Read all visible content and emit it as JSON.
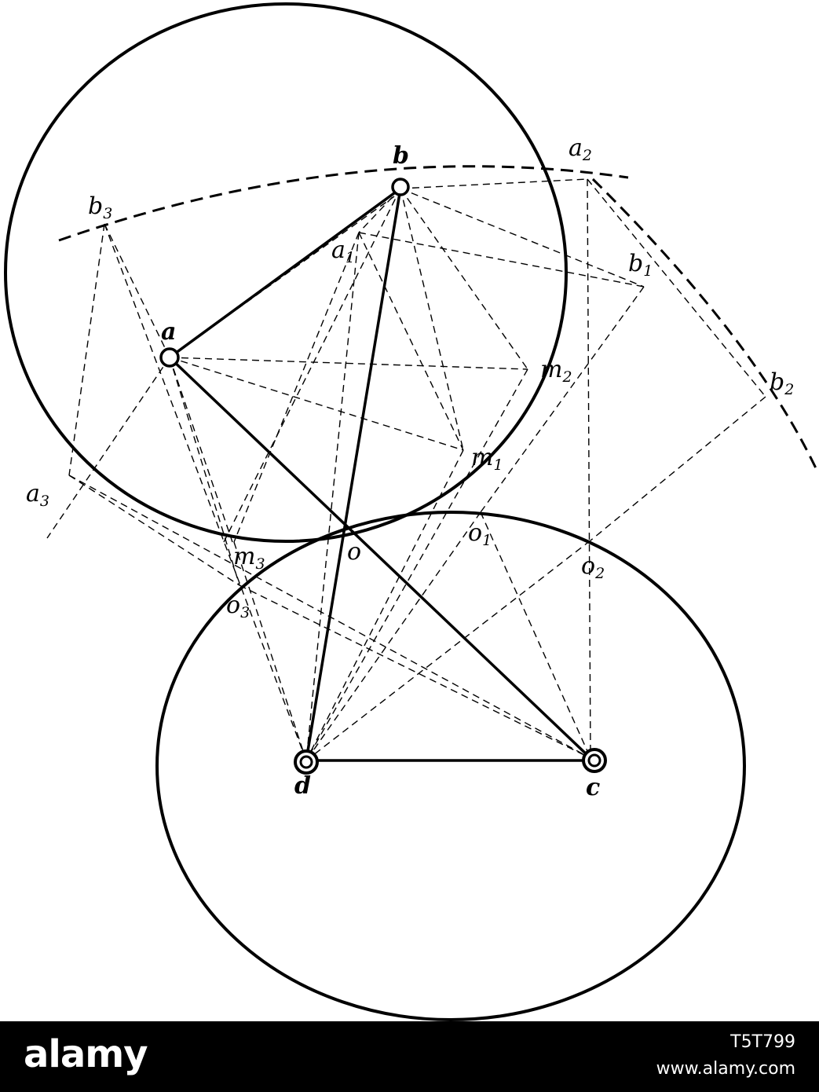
{
  "labels": {
    "a": "a",
    "b": "b",
    "c": "c",
    "d": "d",
    "o": "o",
    "a1": "a",
    "a1_sub": "1",
    "a2": "a",
    "a2_sub": "2",
    "a3": "a",
    "a3_sub": "3",
    "b1": "b",
    "b1_sub": "1",
    "b2": "b",
    "b2_sub": "2",
    "b3": "b",
    "b3_sub": "3",
    "m1": "m",
    "m1_sub": "1",
    "m2": "m",
    "m2_sub": "2",
    "m3": "m",
    "m3_sub": "3",
    "o1": "o",
    "o1_sub": "1",
    "o2": "o",
    "o2_sub": "2",
    "o3": "o",
    "o3_sub": "3"
  },
  "footer": {
    "logo": "alamy",
    "image_id": "T5T799",
    "website": "www.alamy.com"
  }
}
